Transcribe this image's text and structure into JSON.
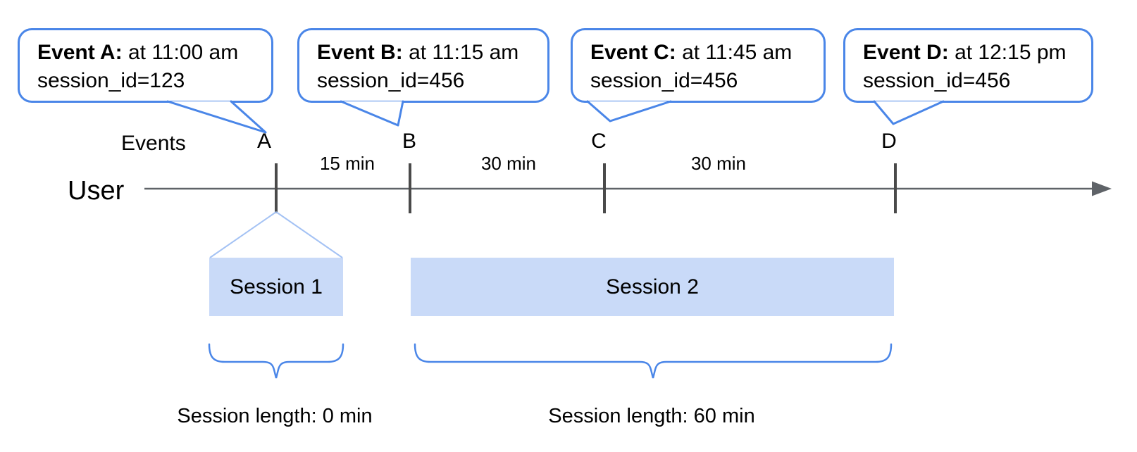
{
  "colors": {
    "accent_blue": "#4a86e8",
    "light_blue": "#a4c2f4",
    "session_fill": "#c9daf8",
    "axis_gray": "#5f6368",
    "tick_gray": "#4a4a4a"
  },
  "labels": {
    "events": "Events",
    "user": "User"
  },
  "bubbles": [
    {
      "title": "Event A:",
      "time": "at 11:00 am",
      "session": "session_id=123"
    },
    {
      "title": "Event B:",
      "time": "at 11:15 am",
      "session": "session_id=456"
    },
    {
      "title": "Event C:",
      "time": "at 11:45 am",
      "session": "session_id=456"
    },
    {
      "title": "Event D:",
      "time": "at 12:15 pm",
      "session": "session_id=456"
    }
  ],
  "markers": [
    "A",
    "B",
    "C",
    "D"
  ],
  "intervals": [
    "15 min",
    "30 min",
    "30 min"
  ],
  "sessions": [
    {
      "name": "Session 1",
      "length": "Session length: 0 min"
    },
    {
      "name": "Session 2",
      "length": "Session length: 60 min"
    }
  ]
}
